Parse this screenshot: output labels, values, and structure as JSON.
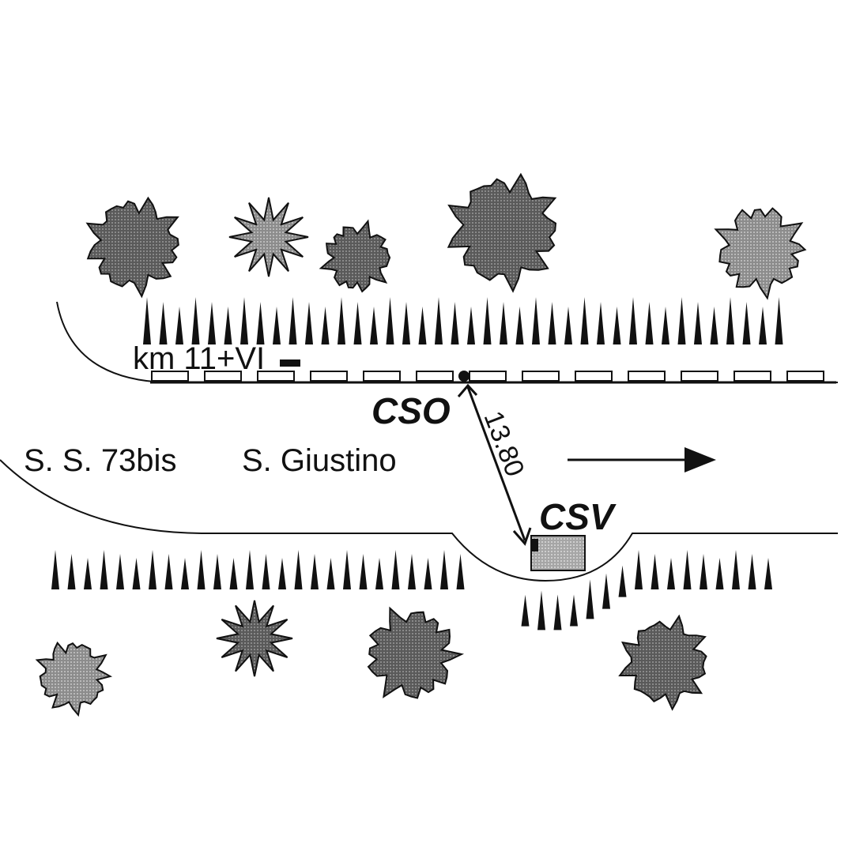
{
  "labels": {
    "km_marker": "km 11+VI",
    "road_name": "S. S. 73bis",
    "place_name": "S. Giustino",
    "cso": "CSO",
    "csv": "CSV",
    "distance": "13.80"
  },
  "colors": {
    "ink": "#111111",
    "tree_fill": "#555555",
    "tree_light": "#8a8a8a",
    "csv_fill": "#b4b4b4",
    "paper": "#ffffff"
  },
  "symbols": {
    "trees": "tree-icon",
    "hedge": "hedge-spike-icon",
    "direction": "arrow-right-icon",
    "station_point": "station-dot-icon"
  }
}
